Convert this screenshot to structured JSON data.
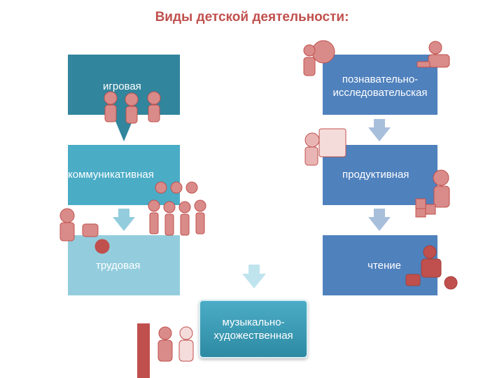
{
  "title": "Виды детской деятельности:",
  "colors": {
    "title": "#c0504d",
    "dark_teal": "#31859c",
    "light_teal": "#93cddd",
    "mid_teal": "#4bacc6",
    "blue": "#4f81bd",
    "light_blue_arrow": "#b9cde5",
    "figure_red": "#c0504d"
  },
  "left_column": {
    "playing": "игровая",
    "communicative": "коммуникативная",
    "labor": "трудовая"
  },
  "right_column": {
    "cognitive": "познавательно-исследовательская",
    "productive": "продуктивная",
    "reading": "чтение"
  },
  "center": {
    "musical": "музыкально-художественная"
  },
  "icons": [
    "down-arrow-icon",
    "children-group-illustration",
    "child-with-globe-illustration",
    "child-drawing-illustration",
    "child-with-blocks-illustration",
    "child-reading-illustration",
    "child-with-watering-can-illustration",
    "children-dancing-illustration"
  ]
}
